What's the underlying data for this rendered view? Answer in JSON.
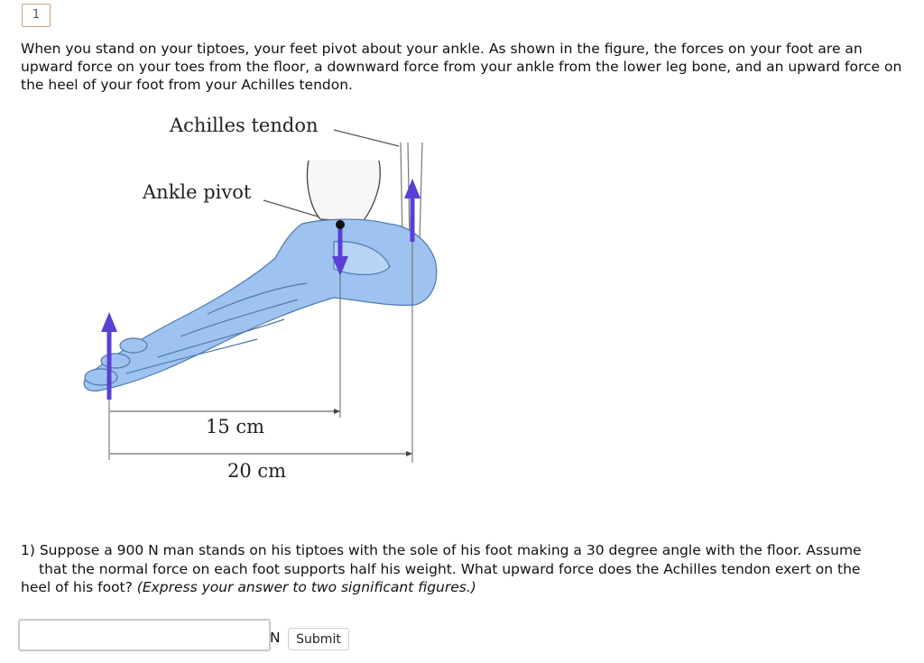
{
  "question_number": "1",
  "intro_text": "When you stand on your tiptoes, your feet pivot about your ankle. As shown in the figure, the forces on your foot are an upward force on your toes from the floor, a downward force from your ankle from the lower leg bone, and an upward force on the heel of your foot from your Achilles tendon.",
  "figure": {
    "achilles_label": "Achilles tendon",
    "ankle_label": "Ankle pivot",
    "dim_short": "15 cm",
    "dim_long": "20 cm",
    "bone_color": "#9ec3f0",
    "arrow_color": "#5a3fd6"
  },
  "question": {
    "line1": "1) Suppose a 900 N man stands on his tiptoes with the sole of his foot making a 30 degree angle with the floor. Assume",
    "line2": "that the normal force on each foot supports half his weight. What upward force does the Achilles tendon exert on the",
    "line3_plain": "heel of his foot?",
    "line3_italic": "(Express your answer to two significant figures.)"
  },
  "answer": {
    "value": "",
    "unit": "N",
    "submit_label": "Submit"
  }
}
